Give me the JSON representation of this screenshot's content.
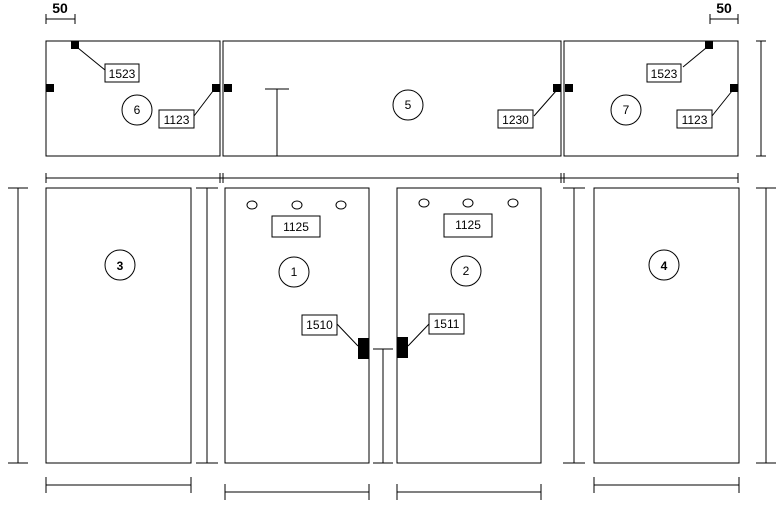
{
  "dimensions": {
    "left_top": "50",
    "right_top": "50"
  },
  "panels": {
    "p1": "1",
    "p2": "2",
    "p3": "3",
    "p4": "4",
    "p5": "5",
    "p6": "6",
    "p7": "7"
  },
  "part_codes": {
    "p6_top": "1523",
    "p6_right": "1123",
    "p5_right": "1230",
    "p7_top": "1523",
    "p7_right": "1123",
    "p1_top": "1125",
    "p2_top": "1125",
    "p1_handle": "1510",
    "p2_handle": "1511"
  }
}
